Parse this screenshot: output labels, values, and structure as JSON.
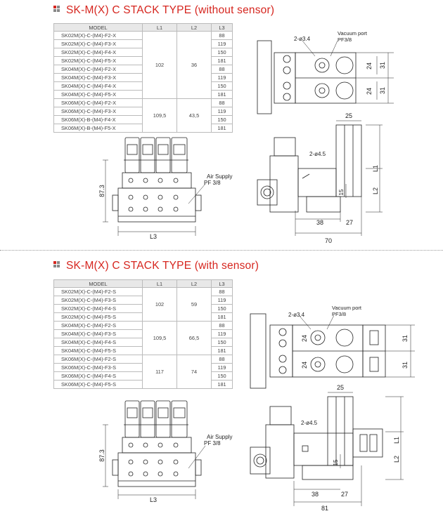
{
  "columns": [
    "MODEL",
    "L1",
    "L2",
    "L3"
  ],
  "section1": {
    "title": "SK-M(X) C STACK TYPE (without sensor)",
    "rows": [
      {
        "model": "SK02M(X)-C-(M4)-F2-X",
        "l3": "88"
      },
      {
        "model": "SK02M(X)-C-(M4)-F3-X",
        "l3": "119"
      },
      {
        "model": "SK02M(X)-C-(M4)-F4-X",
        "l3": "150"
      },
      {
        "model": "SK02M(X)-C-(M4)-F5-X",
        "l3": "181"
      },
      {
        "model": "SK04M(X)-C-(M4)-F2-X",
        "l3": "88"
      },
      {
        "model": "SK04M(X)-C-(M4)-F3-X",
        "l3": "119"
      },
      {
        "model": "SK04M(X)-C-(M4)-F4-X",
        "l3": "150"
      },
      {
        "model": "SK04M(X)-C-(M4)-F5-X",
        "l3": "181"
      },
      {
        "model": "SK06M(X)-C-(M4)-F2-X",
        "l3": "88"
      },
      {
        "model": "SK06M(X)-C-(M4)-F3-X",
        "l3": "119"
      },
      {
        "model": "SK06M(X)-B-(M4)-F4-X",
        "l3": "150"
      },
      {
        "model": "SK06M(X)-B-(M4)-F5-X",
        "l3": "181"
      }
    ],
    "groups": [
      {
        "l1": "102",
        "l2": "36",
        "span": 8
      },
      {
        "l1": "109,5",
        "l2": "43,5",
        "span": 4
      }
    ],
    "drawing": {
      "front_height": "87.3",
      "air_supply": "Air Supply",
      "air_pf": "PF 3/8",
      "front_width": "L3",
      "hole": "2-ø3.4",
      "vacuum_port": "Vacuum port",
      "vacuum_pf": "PF3/8",
      "pitch_a": "24",
      "pitch_b": "31",
      "side_top": "25",
      "side_hole": "2-ø4.5",
      "side_l1": "L1",
      "side_l2": "L2",
      "side_15": "15",
      "side_38": "38",
      "side_27": "27",
      "side_total": "70"
    }
  },
  "section2": {
    "title": "SK-M(X) C STACK TYPE (with sensor)",
    "rows": [
      {
        "model": "SK02M(X)-C-(M4)-F2-S",
        "l3": "88"
      },
      {
        "model": "SK02M(X)-C-(M4)-F3-S",
        "l3": "119"
      },
      {
        "model": "SK02M(X)-C-(M4)-F4-S",
        "l3": "150"
      },
      {
        "model": "SK02M(X)-C-(M4)-F5-S",
        "l3": "181"
      },
      {
        "model": "SK04M(X)-C-(M4)-F2-S",
        "l3": "88"
      },
      {
        "model": "SK04M(X)-C-(M4)-F3-S",
        "l3": "119"
      },
      {
        "model": "SK04M(X)-C-(M4)-F4-S",
        "l3": "150"
      },
      {
        "model": "SK04M(X)-C-(M4)-F5-S",
        "l3": "181"
      },
      {
        "model": "SK06M(X)-C-(M4)-F2-S",
        "l3": "88"
      },
      {
        "model": "SK06M(X)-C-(M4)-F3-S",
        "l3": "119"
      },
      {
        "model": "SK06M(X)-C-(M4)-F4-S",
        "l3": "150"
      },
      {
        "model": "SK06M(X)-C-(M4)-F5-S",
        "l3": "181"
      }
    ],
    "groups": [
      {
        "l1": "102",
        "l2": "59",
        "span": 4
      },
      {
        "l1": "109,5",
        "l2": "66,5",
        "span": 4
      },
      {
        "l1": "117",
        "l2": "74",
        "span": 4
      }
    ],
    "drawing": {
      "front_height": "87.3",
      "air_supply": "Air Supply",
      "air_pf": "PF 3/8",
      "front_width": "L3",
      "hole": "2-ø3.4",
      "vacuum_port": "Vacuum port",
      "vacuum_pf": "PF3/8",
      "pitch_a": "24",
      "pitch_b": "31",
      "side_top": "25",
      "side_hole": "2-ø4.5",
      "side_l1": "L1",
      "side_l2": "L2",
      "side_15": "15",
      "side_38": "38",
      "side_27": "27",
      "side_total": "81"
    }
  }
}
